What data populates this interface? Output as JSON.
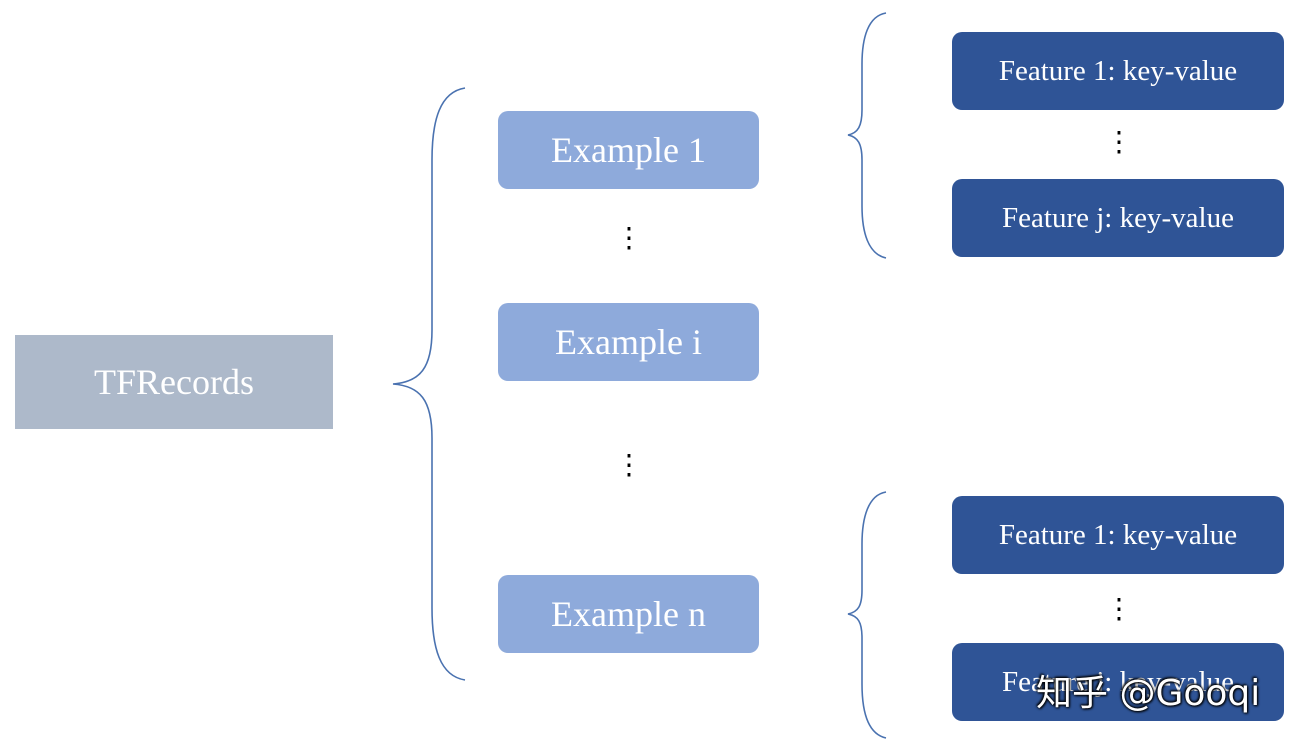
{
  "diagram": {
    "root": {
      "label": "TFRecords"
    },
    "examples": [
      {
        "label": "Example 1"
      },
      {
        "label": "Example i"
      },
      {
        "label": "Example n"
      }
    ],
    "feature_groups": [
      {
        "features": [
          {
            "label": "Feature 1: key-value"
          },
          {
            "label": "Feature j: key-value"
          }
        ]
      },
      {
        "features": [
          {
            "label": "Feature 1: key-value"
          },
          {
            "label": "Feature j: key-value"
          }
        ]
      }
    ],
    "ellipsis": "⋮"
  },
  "watermark": {
    "text": "知乎 @Gooqi"
  },
  "colors": {
    "root_box": "#adb9ca",
    "example_box": "#8eaadb",
    "feature_box": "#2f5496",
    "brace_stroke": "#4a72b0"
  }
}
